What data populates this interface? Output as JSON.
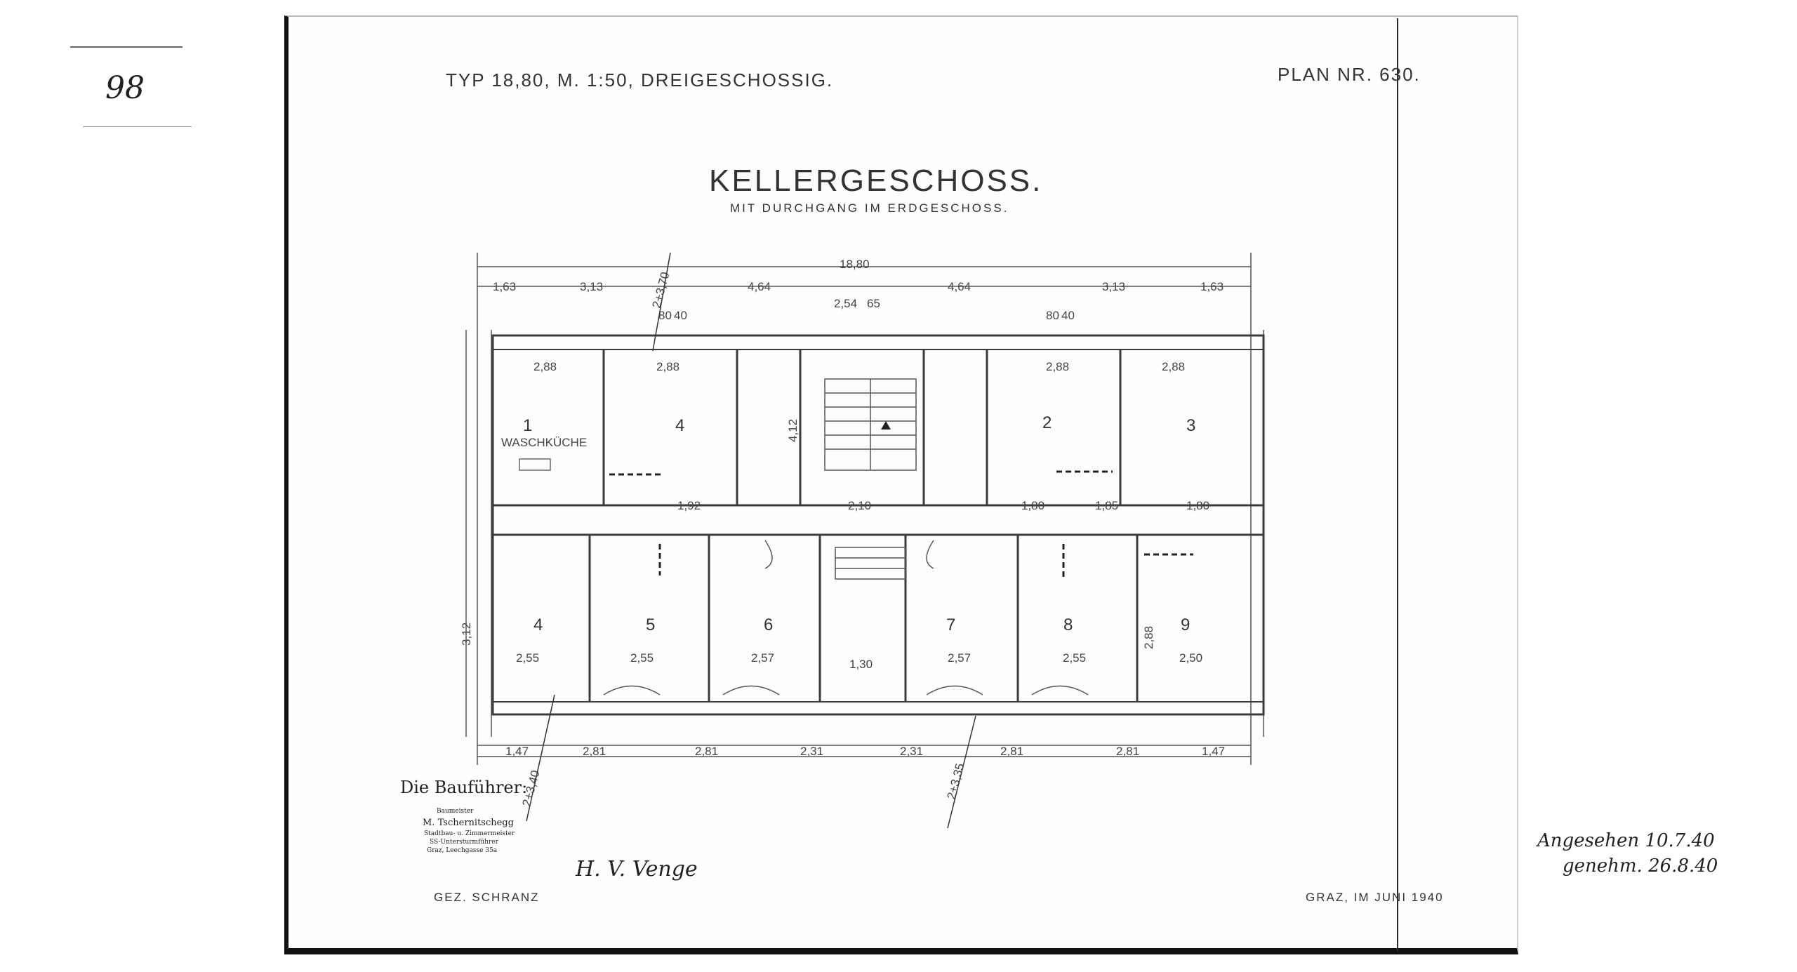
{
  "page_number": "98",
  "header": {
    "type_line": "TYP 18,80, M. 1:50, DREIGESCHOSSIG.",
    "plan_number": "PLAN NR. 630."
  },
  "title": "KELLERGESCHOSS.",
  "subtitle": "MIT DURCHGANG IM ERDGESCHOSS.",
  "dimensions": {
    "overall_width": "18,80",
    "top_segments": [
      "1,63",
      "3,13",
      "4,64",
      "4,64",
      "3,13",
      "1,63"
    ],
    "bottom_segments": [
      "1,47",
      "2,81",
      "2,81",
      "2,31",
      "2,31",
      "2,81",
      "2,81",
      "1,47"
    ],
    "row1_interior": [
      "2,88",
      "2,88",
      "2,88",
      "2,88"
    ],
    "row2_interior": [
      "2,55",
      "2,55",
      "2,57",
      "2,57",
      "2,55",
      "2,50"
    ],
    "corridor": [
      "1,92",
      "2,10",
      "1,80",
      "1,85",
      "1,80"
    ],
    "side": "3,12",
    "top_openings": [
      "80",
      "40",
      "80",
      "40"
    ],
    "misc": [
      "2,54",
      "65",
      "1,30",
      "4,12",
      "2,88"
    ]
  },
  "rooms_upper": [
    {
      "number": "1",
      "label": "WASCHKÜCHE"
    },
    {
      "number": "4",
      "label": ""
    },
    {
      "number": "2",
      "label": ""
    },
    {
      "number": "3",
      "label": ""
    }
  ],
  "rooms_lower": [
    "4",
    "5",
    "6",
    "7",
    "8",
    "9"
  ],
  "slopes": [
    "2+3,70",
    "2+3,40",
    "2+3,35"
  ],
  "stamp": {
    "heading": "Die Bauführer:",
    "lines": [
      "Baumeister",
      "M. Tschernitschegg",
      "Stadtbau- u. Zimmermeister",
      "SS-Untersturmführer",
      "Graz, Leechgasse 35a"
    ]
  },
  "drawn_by": "GEZ. SCHRANZ",
  "signature": "H. V. Venge",
  "date_place": "GRAZ, IM JUNI 1940",
  "handwritten_note": [
    "Angesehen 10.7.40",
    "genehm. 26.8.40"
  ]
}
